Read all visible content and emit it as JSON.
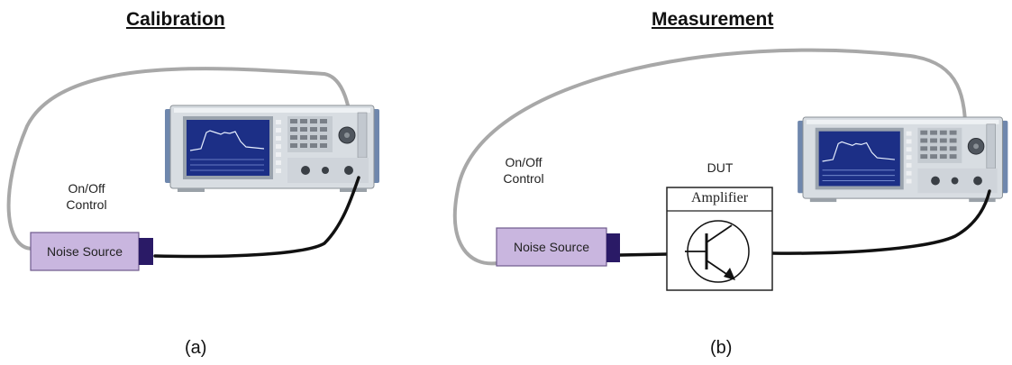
{
  "panel_a": {
    "title": "Calibration",
    "control_label_line1": "On/Off",
    "control_label_line2": "Control",
    "noise_source_label": "Noise Source",
    "caption": "(a)"
  },
  "panel_b": {
    "title": "Measurement",
    "control_label_line1": "On/Off",
    "control_label_line2": "Control",
    "dut_label": "DUT",
    "amplifier_label": "Amplifier",
    "noise_source_label": "Noise Source",
    "caption": "(b)"
  },
  "colors": {
    "noise_source_fill": "#c9b6df",
    "noise_source_border": "#6e5a8c",
    "noise_connector": "#2a1a66",
    "control_cable": "#a8a8a8",
    "rf_cable": "#111111",
    "analyzer_body": "#d8dde2",
    "analyzer_screen": "#1c2f86",
    "analyzer_handles": "#6f87ad"
  },
  "icons": {
    "instrument": "spectrum-analyzer-icon",
    "transistor": "npn-transistor-icon"
  }
}
